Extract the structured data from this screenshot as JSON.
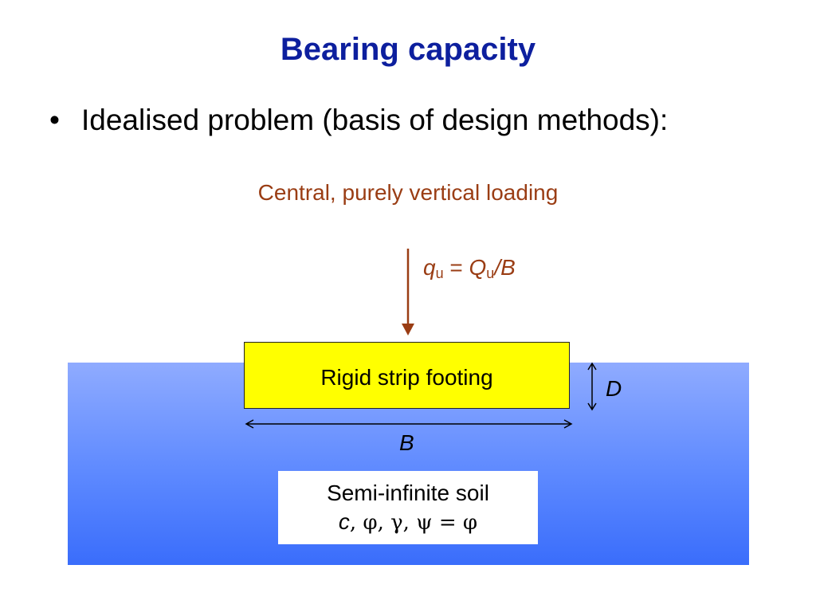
{
  "slide": {
    "title": "Bearing capacity",
    "bullet": "Idealised problem (basis of design methods):",
    "bullet_symbol": "•"
  },
  "diagram": {
    "loading_caption": "Central, purely vertical loading",
    "load_equation": {
      "q": "q",
      "q_sub": "u",
      "equals": " = ",
      "Q": "Q",
      "Q_sub": "u",
      "slash_B": "/B"
    },
    "footing_label": "Rigid strip footing",
    "width_label": "B",
    "depth_label": "D",
    "soil": {
      "line1": "Semi-infinite soil",
      "c": "c",
      "props": ", φ, γ, ψ = φ"
    },
    "colors": {
      "title": "#0d1f9e",
      "accent": "#9a3d14",
      "footing": "#ffff00",
      "soil_top": "#8fabff",
      "soil_bottom": "#3a6dfb"
    }
  }
}
